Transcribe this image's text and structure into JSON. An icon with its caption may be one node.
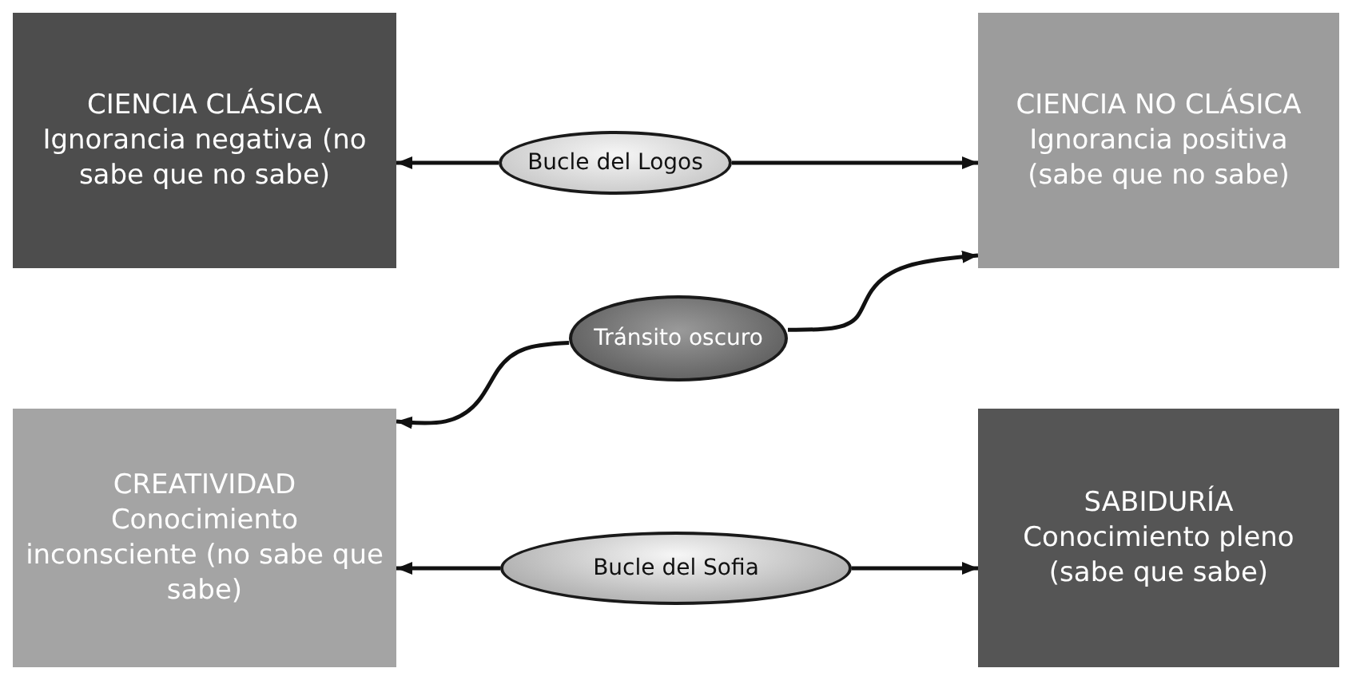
{
  "diagram": {
    "nodes": [
      {
        "text": [
          "CIENCIA CLÁSICA",
          "Ignorancia negativa (no sabe que no sabe)"
        ]
      },
      {
        "text": [
          "Bucle del Logos"
        ]
      },
      {
        "text": [
          "CIENCIA NO CLÁSICA",
          "Ignorancia positiva (sabe que no sabe)"
        ]
      },
      {
        "text": [
          "Tránsito oscuro"
        ]
      },
      {
        "text": [
          "CREATIVIDAD",
          "Conocimiento inconsciente (no sabe que sabe)"
        ]
      },
      {
        "text": [
          "Bucle del Sofia"
        ]
      },
      {
        "text": [
          "SABIDURÍA",
          "Conocimiento pleno (sabe que sabe)"
        ]
      }
    ],
    "edges": [
      {
        "from": 1,
        "to": 0,
        "arrow": "to"
      },
      {
        "from": 1,
        "to": 2,
        "arrow": "to"
      },
      {
        "from": 3,
        "to": 2,
        "arrow": "to"
      },
      {
        "from": 3,
        "to": 4,
        "arrow": "to"
      },
      {
        "from": 5,
        "to": 4,
        "arrow": "to"
      },
      {
        "from": 5,
        "to": 6,
        "arrow": "to"
      }
    ]
  }
}
